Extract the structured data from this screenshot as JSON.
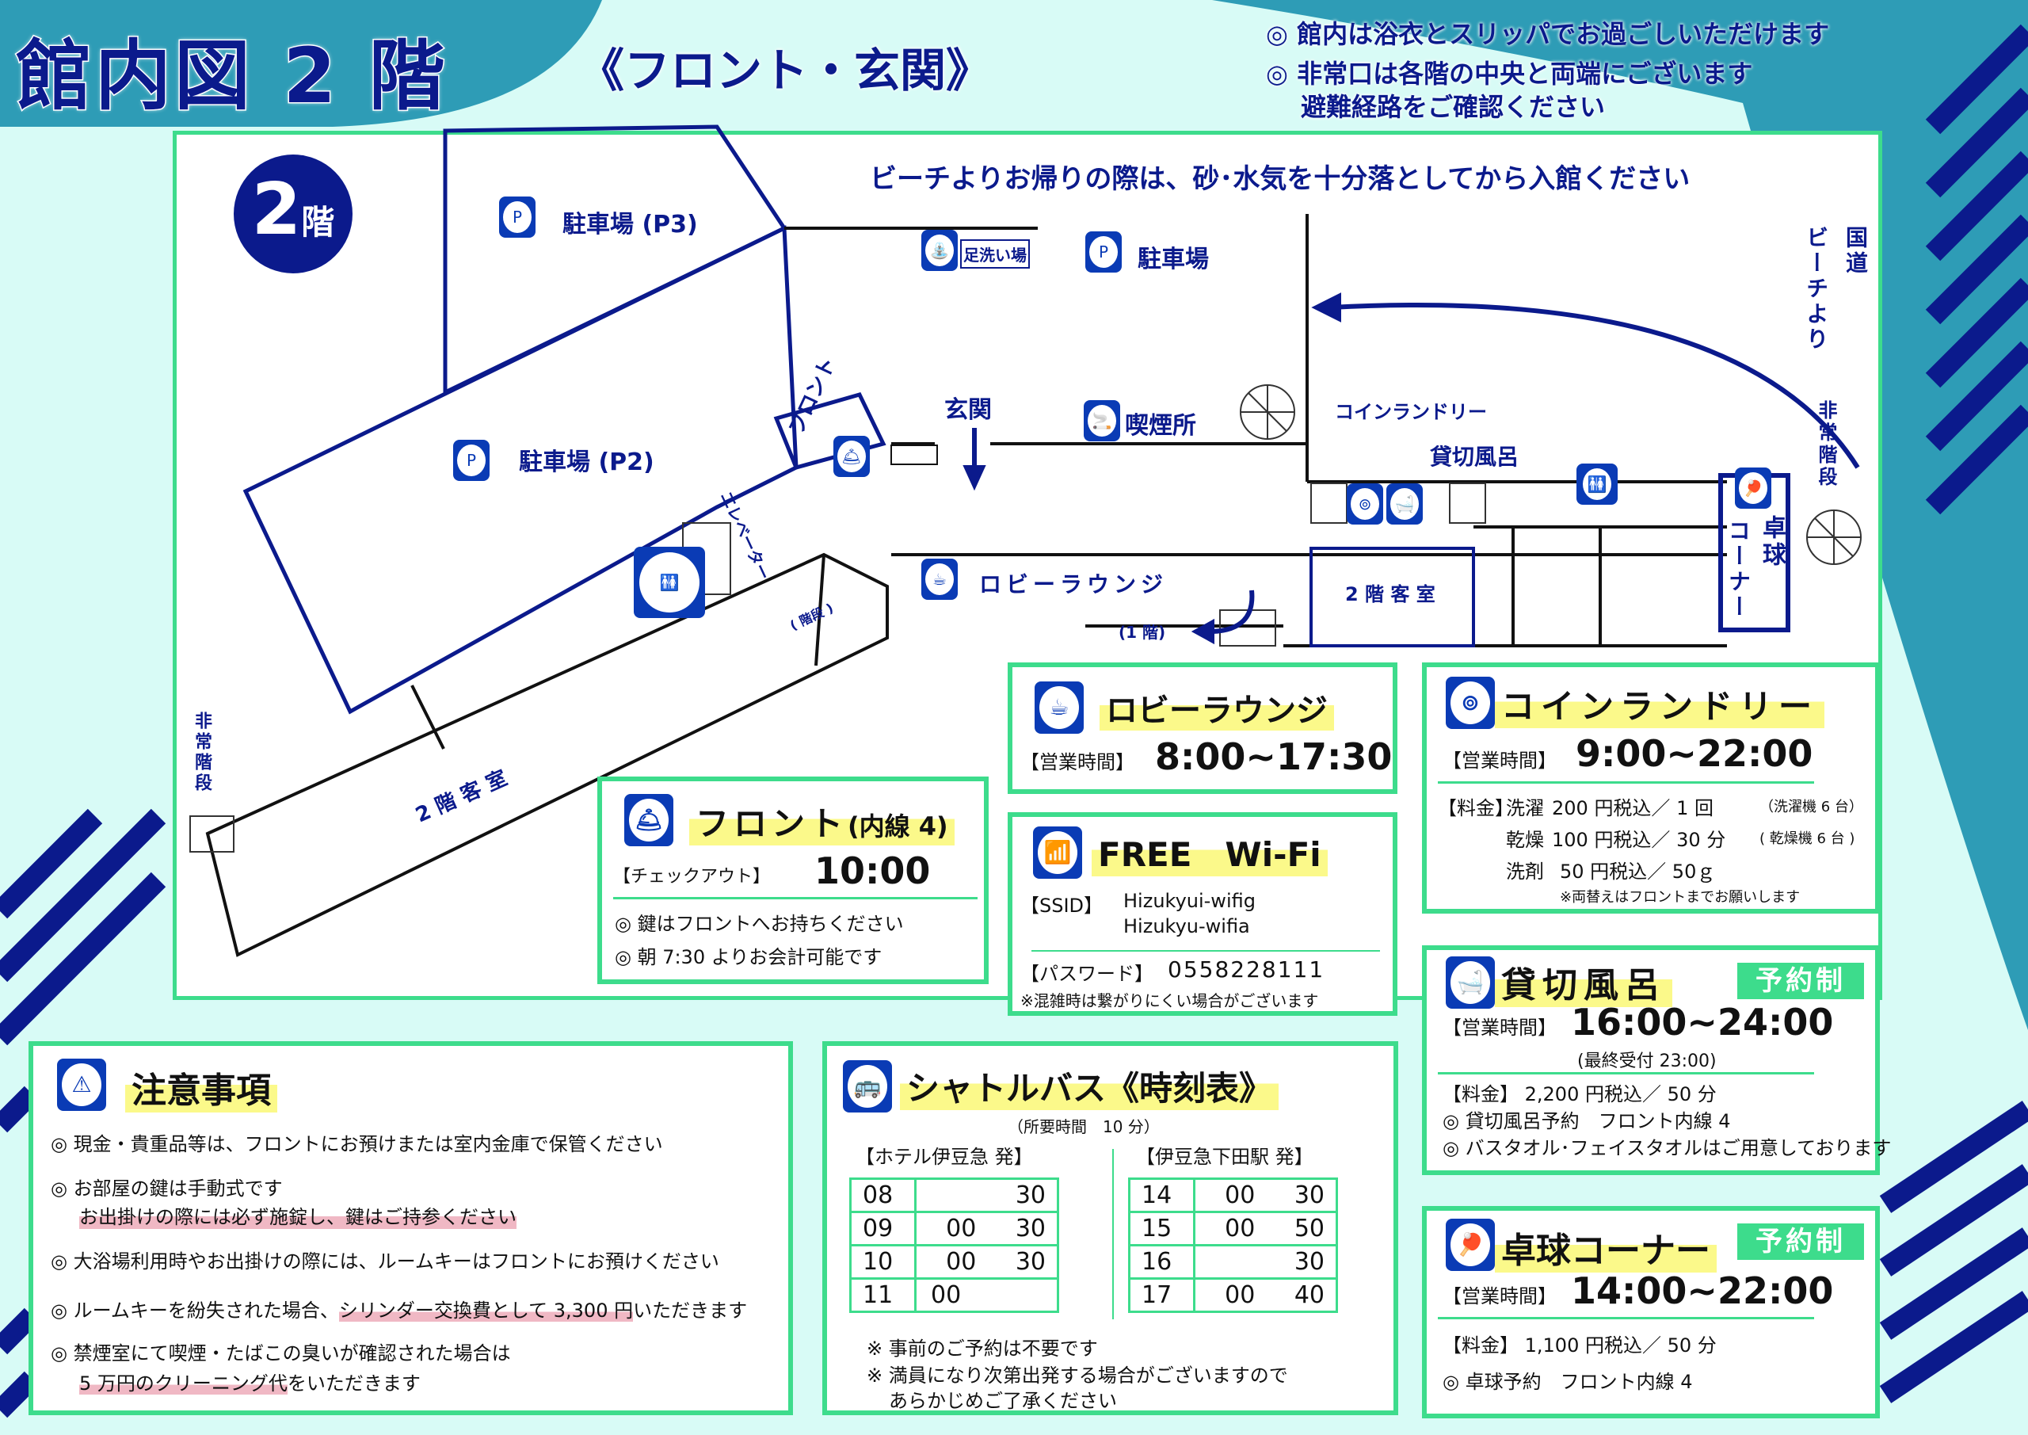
{
  "title": {
    "main": "館内図 2 階",
    "sub": "《フロント・玄関》"
  },
  "notices": [
    "◎ 館内は浴衣とスリッパでお過ごしいただけます",
    "◎ 非常口は各階の中央と両端にございます",
    "避難経路をご確認ください"
  ],
  "map": {
    "floor_badge": {
      "num": "2",
      "label": "階"
    },
    "banner": "ビーチよりお帰りの際は、砂･水気を十分落としてから入館ください",
    "labels": {
      "parking_p3": "駐車場 (P3)",
      "foot_wash": "足洗い場",
      "parking": "駐車場",
      "route_1": "国道",
      "route_2": "ビーチより",
      "emergency_right": "非常階段",
      "smoking": "喫煙所",
      "entrance": "玄関",
      "front": "フロント",
      "laundry": "コインランドリー",
      "private_bath": "貸切風呂",
      "parking_p2": "駐車場 (P2)",
      "elevator": "エレベーター",
      "stairs": "( 階段 )",
      "lobby": "ロビーラウンジ",
      "to_1f": "(1 階)",
      "rooms_box": "2 階 客 室",
      "tt_1": "卓球",
      "tt_2": "コーナー",
      "emergency_left": "非常階段",
      "rooms_strip": "2 階 客 室"
    }
  },
  "lobby_card": {
    "title": "ロビーラウンジ",
    "hours_label": "【営業時間】",
    "hours": "8:00~17:30"
  },
  "laundry_card": {
    "title": "コインランドリー",
    "hours_label": "【営業時間】",
    "hours": "9:00~22:00",
    "fee_label": "【料金】",
    "fees": [
      {
        "item": "洗濯",
        "price": "200 円税込／ 1 回",
        "note": "（洗濯機 6 台）"
      },
      {
        "item": "乾燥",
        "price": "100 円税込／ 30 分",
        "note": "( 乾燥機 6 台 )"
      },
      {
        "item": "洗剤",
        "price": "50 円税込／ 50ｇ",
        "note": ""
      }
    ],
    "footnote": "※両替えはフロントまでお願いします"
  },
  "front_card": {
    "title": "フロント",
    "ext": "(内線 4)",
    "checkout_label": "【チェックアウト】",
    "checkout": "10:00",
    "notes": [
      "◎ 鍵はフロントへお持ちください",
      "◎ 朝 7:30 よりお会計可能です"
    ]
  },
  "wifi_card": {
    "title": "FREE　Wi-Fi",
    "ssid_label": "【SSID】",
    "ssids": [
      "Hizukyui-wifig",
      "Hizukyu-wifia"
    ],
    "password_label": "【パスワード】",
    "password": "0558228111",
    "note": "※混雑時は繋がりにくい場合がございます"
  },
  "bath_card": {
    "title": "貸切風呂",
    "badge": "予約制",
    "hours_label": "【営業時間】",
    "hours": "16:00~24:00",
    "last": "(最終受付 23:00)",
    "fee": "【料金】 2,200 円税込／ 50 分",
    "notes": [
      "◎ 貸切風呂予約　フロント内線 4",
      "◎ バスタオル･フェイスタオルはご用意しております"
    ]
  },
  "pingpong_card": {
    "title": "卓球コーナー",
    "badge": "予約制",
    "hours_label": "【営業時間】",
    "hours": "14:00~22:00",
    "fee": "【料金】 1,100 円税込／ 50 分",
    "note": "◎ 卓球予約　フロント内線 4"
  },
  "caution_card": {
    "title": "注意事項",
    "items": [
      {
        "a": "◎ 現金・貴重品等は、フロントにお預けまたは室内金庫で保管ください"
      },
      {
        "a": "◎ お部屋の鍵は手動式です",
        "b": "お出掛けの際には必ず施錠し、鍵はご持参ください"
      },
      {
        "a": "◎ 大浴場利用時やお出掛けの際には、ルームキーはフロントにお預けください"
      },
      {
        "a": "◎ ルームキーを紛失された場合、",
        "hl": "シリンダー交換費として 3,300 円",
        "c": "いただきます"
      },
      {
        "a": "◎ 禁煙室にて喫煙・たばこの臭いが確認された場合は",
        "hl": "5 万円のクリーニング代",
        "c": "をいただきます"
      }
    ]
  },
  "shuttle_card": {
    "title": "シャトルバス《時刻表》",
    "duration": "（所要時間　10 分）",
    "from_hotel": {
      "label": "【ホテル伊豆急 発】",
      "rows": [
        [
          "08",
          "30"
        ],
        [
          "09",
          "00 30"
        ],
        [
          "10",
          "00 30"
        ],
        [
          "11",
          "00"
        ]
      ]
    },
    "from_station": {
      "label": "【伊豆急下田駅 発】",
      "rows": [
        [
          "14",
          "00 30"
        ],
        [
          "15",
          "00 50"
        ],
        [
          "16",
          "30"
        ],
        [
          "17",
          "00 40"
        ]
      ]
    },
    "notes": [
      "※ 事前のご予約は不要です",
      "※ 満員になり次第出発する場合がございますので",
      "あらかじめご了承ください"
    ]
  },
  "colors": {
    "navy": "#0b1a8c",
    "green": "#3ddc8c",
    "icon_blue": "#0a3bb5",
    "highlight": "#fbf98a",
    "teal": "#2e9cb6"
  }
}
